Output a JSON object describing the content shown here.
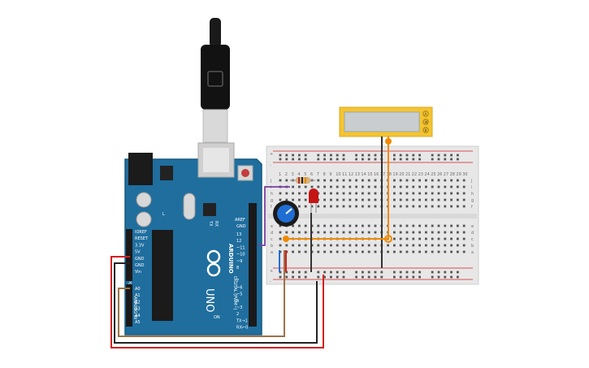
{
  "arduino": {
    "brand": "ARDUINO",
    "model": "UNO",
    "digital_label": "DIGITAL (PWM~)",
    "power_label": "POWER",
    "analog_label": "ANALOG IN",
    "aref": "AREF",
    "gnd_top": "GND",
    "digital_pins": [
      "13",
      "12",
      "~11",
      "~10",
      "~9",
      "8",
      "7",
      "~6",
      "~5",
      "4",
      "~3",
      "2",
      "TX→1",
      "RX←0"
    ],
    "power_pins": [
      "IOREF",
      "RESET",
      "3.3V",
      "5V",
      "GND",
      "GND",
      "Vin"
    ],
    "analog_pins": [
      "A0",
      "A1",
      "A2",
      "A3",
      "A4",
      "A5"
    ],
    "tx_led": "TX",
    "rx_led": "RX",
    "l_led": "L",
    "on_led": "ON"
  },
  "breadboard": {
    "row_letters_top": [
      "j",
      "i",
      "h",
      "g",
      "f"
    ],
    "row_letters_bottom": [
      "e",
      "d",
      "c",
      "b",
      "a"
    ],
    "column_numbers": [
      "1",
      "2",
      "3",
      "4",
      "5",
      "6",
      "7",
      "8",
      "9",
      "10",
      "11",
      "12",
      "13",
      "14",
      "15",
      "16",
      "17",
      "18",
      "19",
      "20",
      "21",
      "22",
      "23",
      "24",
      "25",
      "26",
      "27",
      "28",
      "29",
      "30"
    ],
    "rail_plus": "+",
    "rail_minus": "-"
  },
  "lcd": {
    "pin_labels": [
      "A",
      "W",
      "B"
    ]
  },
  "colors": {
    "board": "#1f6e9e",
    "board_edge": "#17587f",
    "breadboard": "#e7e7e7",
    "wire_red": "#d42020",
    "wire_black": "#222222",
    "wire_brown": "#9a7347",
    "wire_orange": "#f08a00",
    "wire_purple": "#7a3fa0",
    "wire_blue": "#1f6ed4",
    "lcd_frame": "#f4c430",
    "led": "#c41414"
  }
}
